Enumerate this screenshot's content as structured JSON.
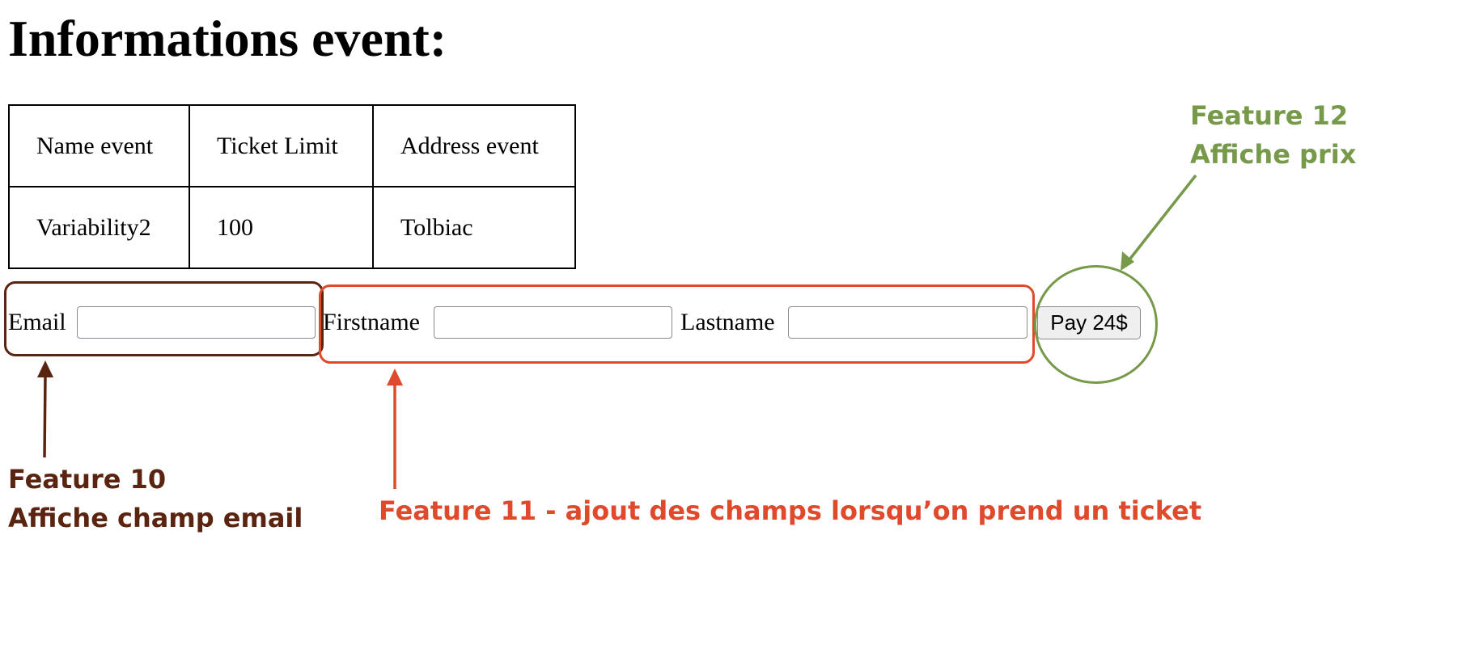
{
  "page": {
    "title": "Informations event:"
  },
  "event_table": {
    "headers": [
      "Name event",
      "Ticket Limit",
      "Address event"
    ],
    "row": [
      "Variability2",
      "100",
      "Tolbiac"
    ]
  },
  "form": {
    "email_label": "Email",
    "email_value": "",
    "firstname_label": "Firstname",
    "firstname_value": "",
    "lastname_label": "Lastname",
    "lastname_value": "",
    "pay_button_label": "Pay 24$"
  },
  "annotations": {
    "feature10": {
      "line1": "Feature 10",
      "line2": "Affiche champ email",
      "color": "#5a2410"
    },
    "feature11": {
      "line1": "Feature 11 - ajout des champs lorsqu’on prend un ticket",
      "color": "#e04a2c"
    },
    "feature12": {
      "line1": "Feature 12",
      "line2": "Affiche prix",
      "color": "#76994a"
    }
  }
}
